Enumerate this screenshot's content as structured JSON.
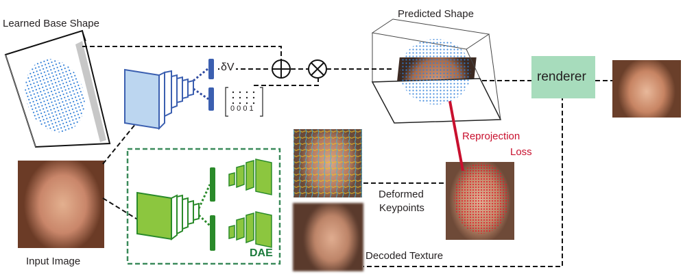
{
  "labels": {
    "learned_base_shape": "Learned Base Shape",
    "input_image": "Input Image",
    "predicted_shape": "Predicted Shape",
    "renderer": "renderer",
    "reprojection_loss_line1": "Reprojection",
    "reprojection_loss_line2": "Loss",
    "deformed_keypoints_line1": "Deformed",
    "deformed_keypoints_line2": "Keypoints",
    "decoded_texture": "Decoded Texture",
    "dae": "DAE",
    "delta_v": "δV",
    "matrix_bottom_row": "0 0 0 1"
  },
  "colors": {
    "encoder_blue": "#4a6fc4",
    "encoder_fill": "#bcd6f0",
    "dae_green": "#8cc63f",
    "dae_border": "#3a8a4a",
    "dae_label": "#1a7a3a",
    "renderer_fill": "#a7dcbc",
    "reprojection_red": "#c8102e",
    "point_blue": "#2f7ed8",
    "point_red": "#e21b25"
  }
}
